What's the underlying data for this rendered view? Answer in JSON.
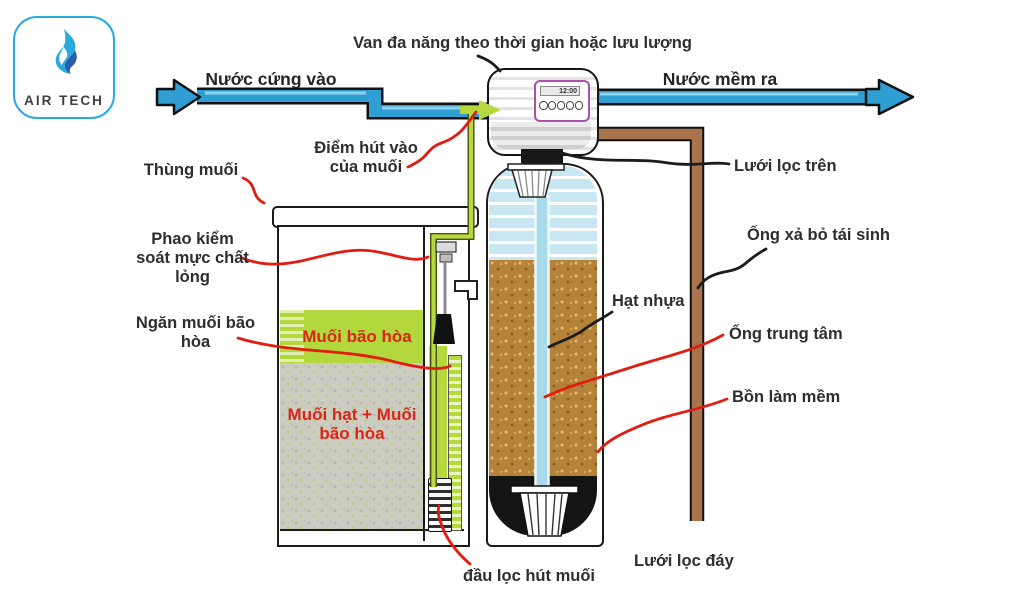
{
  "logo": {
    "brand": "AIR TECH"
  },
  "valve": {
    "display_time": "12:00"
  },
  "flows": {
    "inlet": "Nước cứng vào",
    "outlet": "Nước mềm ra"
  },
  "labels": {
    "valve": "Van đa năng theo thời gian hoặc lưu lượng",
    "brine_suction_point": "Điểm hút vào\ncủa muối",
    "salt_tank": "Thùng muối",
    "float_valve": "Phao kiểm\nsoát mực chất\nlỏng",
    "brine_compartment": "Ngăn muối bão\nhòa",
    "saturated_salt": "Muối bão hòa",
    "salt_mix": "Muối hạt +  Muối\nbão hòa",
    "upper_screen": "Lưới lọc trên",
    "drain_line": "Ống xả bỏ tái sinh",
    "resin": "Hạt nhựa",
    "center_tube": "Ống trung tâm",
    "softener_tank": "Bồn làm mềm",
    "bottom_screen": "Lưới lọc đáy",
    "salt_filter_head": "đầu lọc hút muối"
  },
  "colors": {
    "pipe_blue": "#2f9fd3",
    "tube_green": "#b6da3f",
    "resin_brown": "#b5823a",
    "drain_brown": "#a9734d",
    "annotation_red": "#e01d10",
    "display_purple": "#aa4faa",
    "logo_blue": "#29abe2"
  }
}
